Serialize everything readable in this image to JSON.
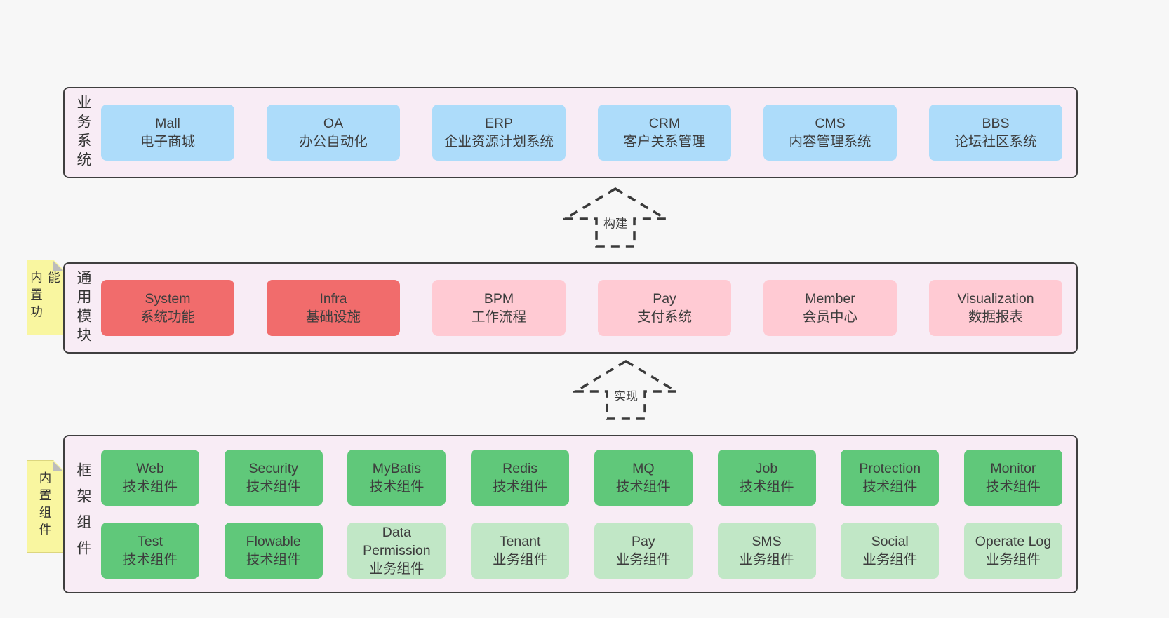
{
  "diagram": {
    "title": "framework-architecture-diagram",
    "colors": {
      "page_bg": "#f7f7f7",
      "panel_bg": "#f8ecf5",
      "panel_border": "#3f3f3f",
      "blue": "#addcfa",
      "red": "#f16c6c",
      "pink": "#ffcad3",
      "green": "#60c87a",
      "light_green": "#c1e7c6",
      "note_yellow": "#f9f6a0",
      "note_fold_gray": "#bcbcbc"
    },
    "arrows": [
      {
        "label": "构建"
      },
      {
        "label": "实现"
      }
    ],
    "panels": [
      {
        "label": "业务系统",
        "boxes": [
          {
            "name": "Mall",
            "desc": "电子商城",
            "variant": "blue"
          },
          {
            "name": "OA",
            "desc": "办公自动化",
            "variant": "blue"
          },
          {
            "name": "ERP",
            "desc": "企业资源计划系统",
            "variant": "blue"
          },
          {
            "name": "CRM",
            "desc": "客户关系管理",
            "variant": "blue"
          },
          {
            "name": "CMS",
            "desc": "内容管理系统",
            "variant": "blue"
          },
          {
            "name": "BBS",
            "desc": "论坛社区系统",
            "variant": "blue"
          }
        ]
      },
      {
        "label": "通用模块",
        "note": "内置功能",
        "boxes": [
          {
            "name": "System",
            "desc": "系统功能",
            "variant": "red"
          },
          {
            "name": "Infra",
            "desc": "基础设施",
            "variant": "red"
          },
          {
            "name": "BPM",
            "desc": "工作流程",
            "variant": "pink"
          },
          {
            "name": "Pay",
            "desc": "支付系统",
            "variant": "pink"
          },
          {
            "name": "Member",
            "desc": "会员中心",
            "variant": "pink"
          },
          {
            "name": "Visualization",
            "desc": "数据报表",
            "variant": "pink"
          }
        ]
      },
      {
        "label": "框架组件",
        "note": "内置组件",
        "rows": [
          [
            {
              "name": "Web",
              "desc": "技术组件",
              "variant": "green"
            },
            {
              "name": "Security",
              "desc": "技术组件",
              "variant": "green"
            },
            {
              "name": "MyBatis",
              "desc": "技术组件",
              "variant": "green"
            },
            {
              "name": "Redis",
              "desc": "技术组件",
              "variant": "green"
            },
            {
              "name": "MQ",
              "desc": "技术组件",
              "variant": "green"
            },
            {
              "name": "Job",
              "desc": "技术组件",
              "variant": "green"
            },
            {
              "name": "Protection",
              "desc": "技术组件",
              "variant": "green"
            },
            {
              "name": "Monitor",
              "desc": "技术组件",
              "variant": "green"
            }
          ],
          [
            {
              "name": "Test",
              "desc": "技术组件",
              "variant": "green"
            },
            {
              "name": "Flowable",
              "desc": "技术组件",
              "variant": "green"
            },
            {
              "name": "Data Permission",
              "desc": "业务组件",
              "variant": "light_green"
            },
            {
              "name": "Tenant",
              "desc": "业务组件",
              "variant": "light_green"
            },
            {
              "name": "Pay",
              "desc": "业务组件",
              "variant": "light_green"
            },
            {
              "name": "SMS",
              "desc": "业务组件",
              "variant": "light_green"
            },
            {
              "name": "Social",
              "desc": "业务组件",
              "variant": "light_green"
            },
            {
              "name": "Operate Log",
              "desc": "业务组件",
              "variant": "light_green"
            }
          ]
        ]
      }
    ]
  }
}
